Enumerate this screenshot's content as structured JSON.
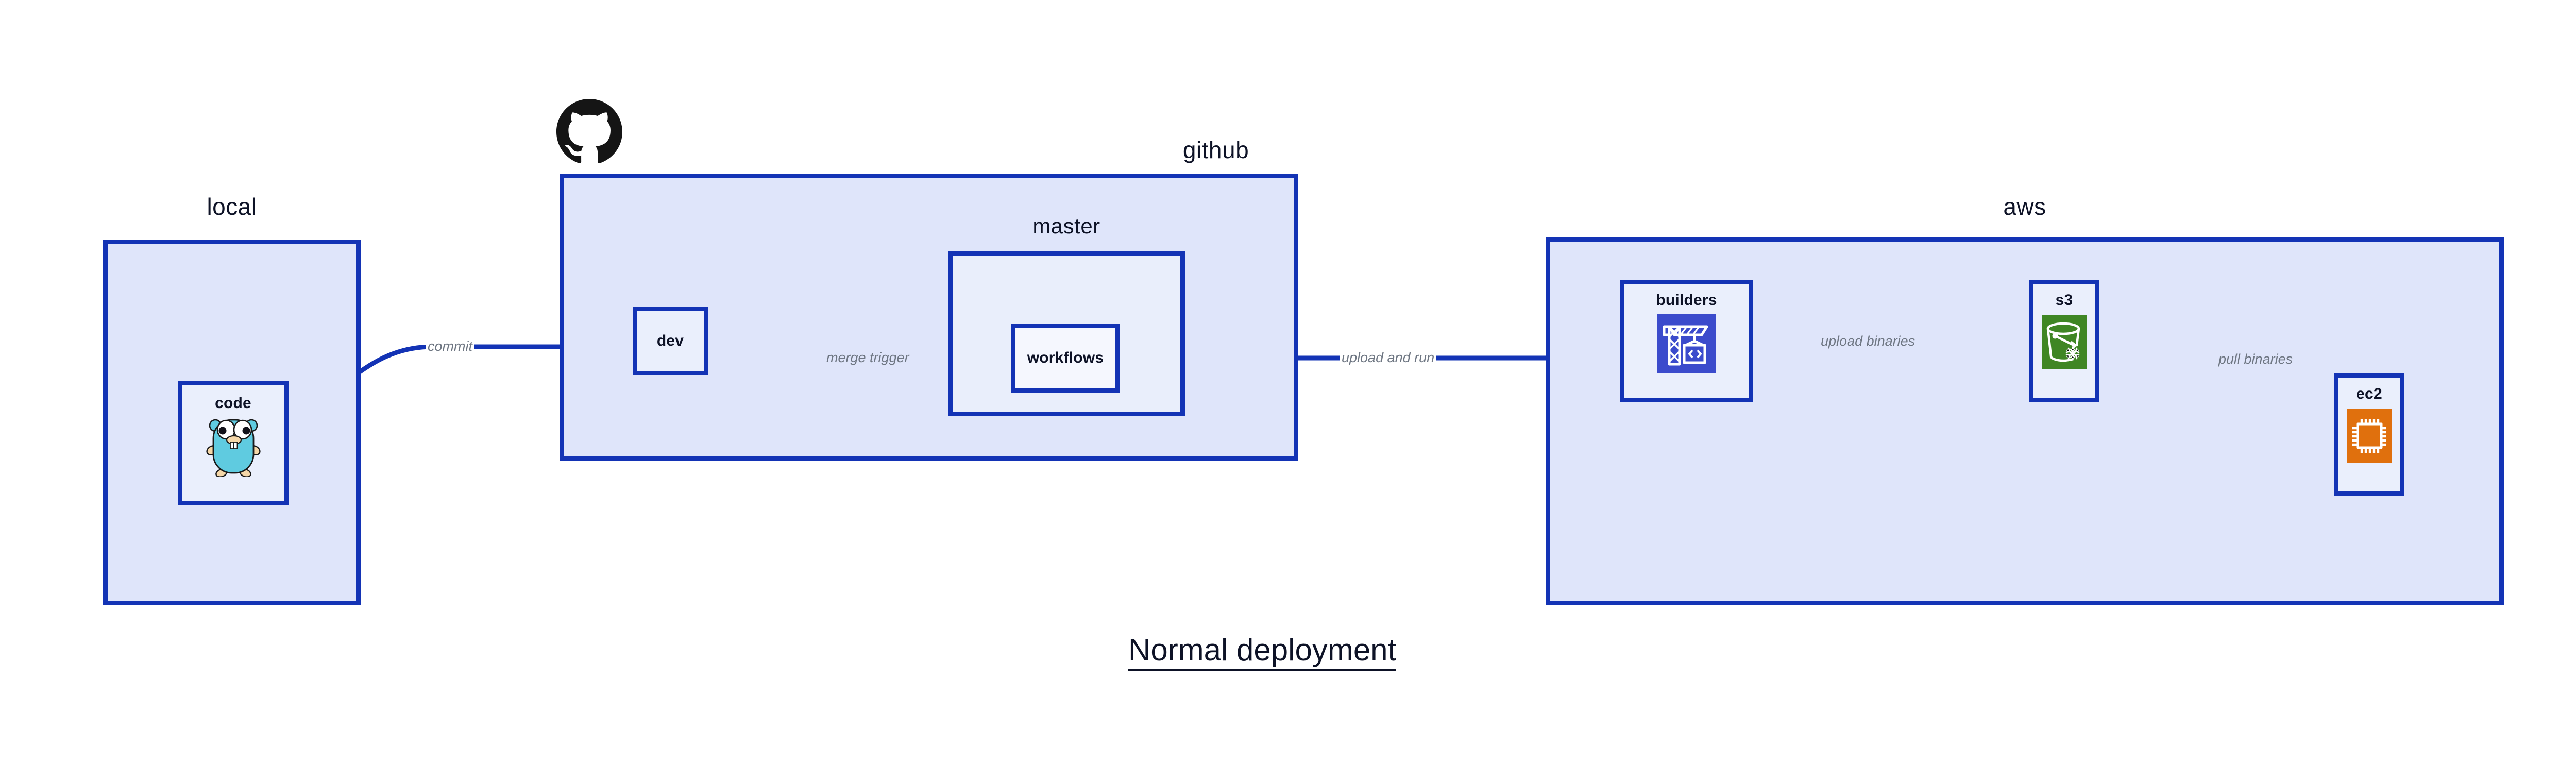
{
  "diagram": {
    "title": "Normal deployment",
    "colors": {
      "border": "#1333b5",
      "group_fill": "#dfe5fa",
      "group_fill_mid": "#e9eefb",
      "node_fill": "#eaeffc",
      "node_fill_white": "#f5f7fe",
      "text": "#0d1226",
      "edge_label": "#6e7682",
      "codebuild_blue": "#3b4bcc",
      "s3_green": "#3f8624",
      "ec2_orange": "#e0700d",
      "gopher_cyan": "#5fcbe0",
      "octocat_black": "#151515"
    },
    "groups": [
      {
        "id": "local",
        "label": "local",
        "nodes": [
          {
            "id": "code",
            "label": "code",
            "icon": "go-gopher-icon"
          }
        ]
      },
      {
        "id": "github",
        "label": "github",
        "icon": "github-octocat-icon",
        "nodes": [
          {
            "id": "dev",
            "label": "dev",
            "icon": null
          }
        ],
        "groups": [
          {
            "id": "master",
            "label": "master",
            "nodes": [
              {
                "id": "workflows",
                "label": "workflows",
                "icon": null
              }
            ]
          }
        ]
      },
      {
        "id": "aws",
        "label": "aws",
        "nodes": [
          {
            "id": "builders",
            "label": "builders",
            "icon": "aws-codebuild-icon"
          },
          {
            "id": "s3",
            "label": "s3",
            "icon": "aws-s3-glacier-icon"
          },
          {
            "id": "ec2",
            "label": "ec2",
            "icon": "aws-ec2-chip-icon"
          }
        ]
      }
    ],
    "edges": [
      {
        "id": "commit",
        "from": "code",
        "to": "dev",
        "label": "commit"
      },
      {
        "id": "merge-trigger",
        "from": "dev",
        "to": "workflows",
        "label": "merge trigger"
      },
      {
        "id": "upload-and-run",
        "from": "workflows",
        "to": "builders",
        "label": "upload and run"
      },
      {
        "id": "upload-binaries",
        "from": "builders",
        "to": "s3",
        "label": "upload binaries"
      },
      {
        "id": "pull-binaries",
        "from": "s3",
        "to": "ec2",
        "label": "pull binaries"
      }
    ]
  }
}
